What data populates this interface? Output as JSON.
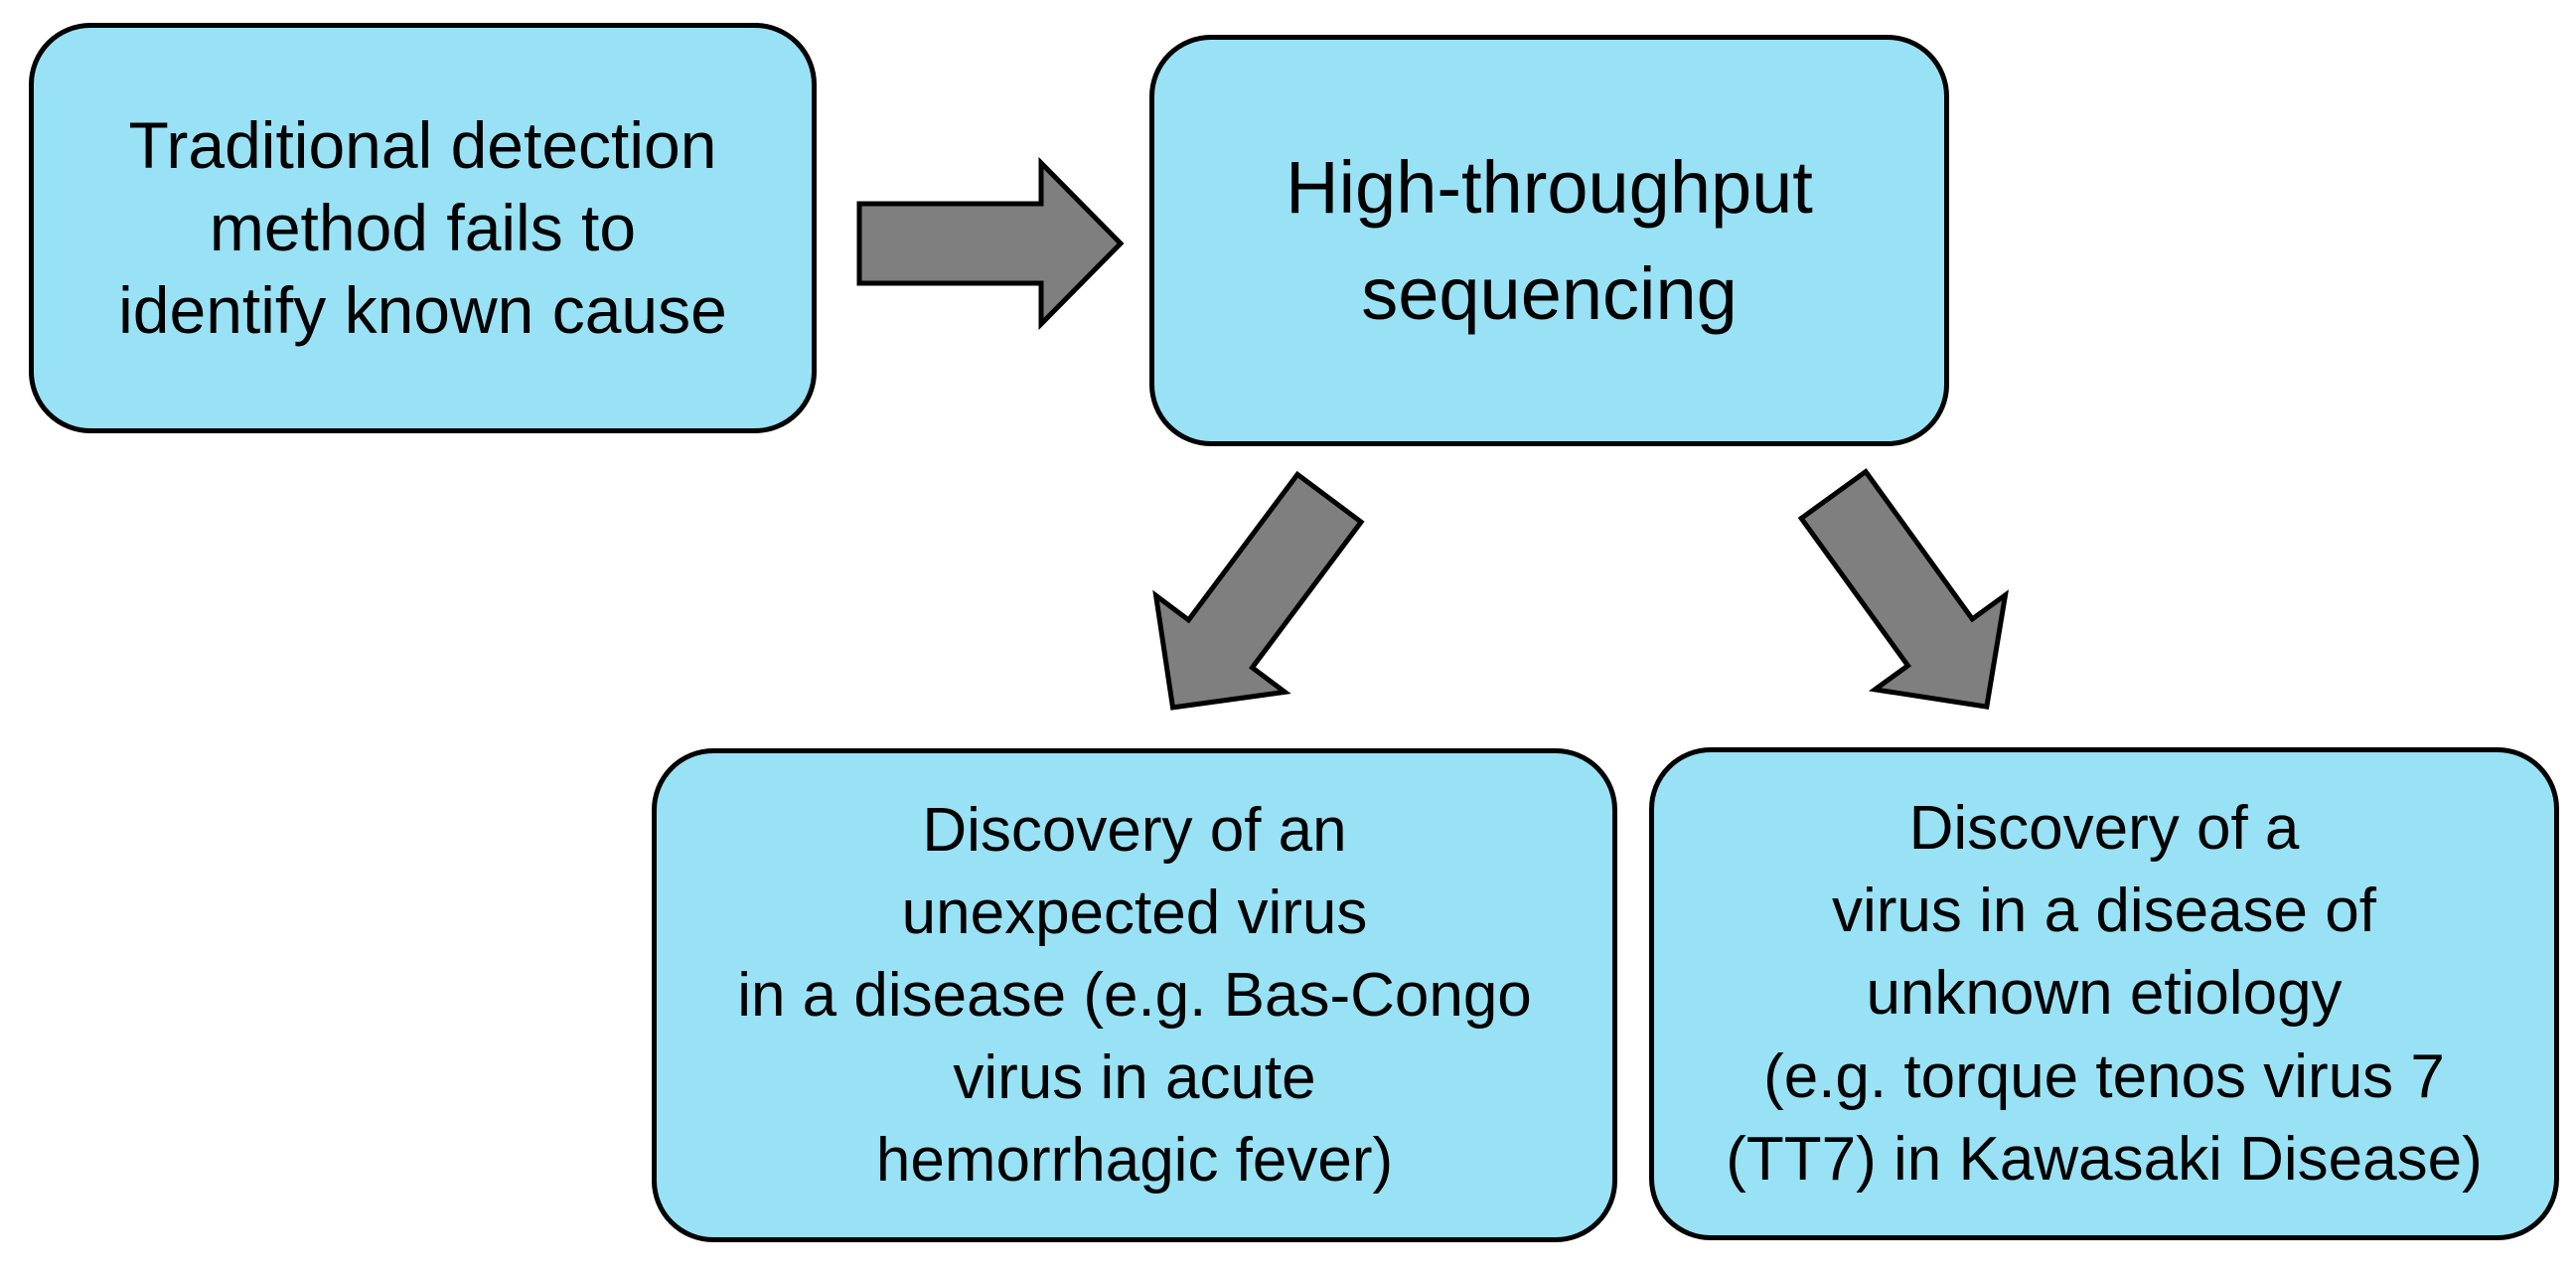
{
  "diagram": {
    "type": "flowchart",
    "colors": {
      "background": "#ffffff",
      "node_fill": "#99e2f5",
      "node_border": "#000000",
      "arrow_fill": "#7f7f7f",
      "arrow_border": "#000000",
      "text": "#000000"
    },
    "nodes": [
      {
        "id": "traditional-detection",
        "text": "Traditional detection\nmethod fails to\nidentify known cause"
      },
      {
        "id": "high-throughput-sequencing",
        "text": "High-throughput\nsequencing"
      },
      {
        "id": "discovery-unexpected-virus",
        "text": "Discovery of an\nunexpected virus\nin a disease (e.g. Bas-Congo\nvirus in acute\nhemorrhagic fever)"
      },
      {
        "id": "discovery-virus-unknown-etiology",
        "text": "Discovery of a\nvirus in a disease of\nunknown etiology\n(e.g. torque tenos virus 7\n(TT7) in Kawasaki Disease)"
      }
    ],
    "connections": [
      {
        "from": "traditional-detection",
        "to": "high-throughput-sequencing",
        "direction": "right"
      },
      {
        "from": "high-throughput-sequencing",
        "to": "discovery-unexpected-virus",
        "direction": "down-left"
      },
      {
        "from": "high-throughput-sequencing",
        "to": "discovery-virus-unknown-etiology",
        "direction": "down-right"
      }
    ]
  }
}
